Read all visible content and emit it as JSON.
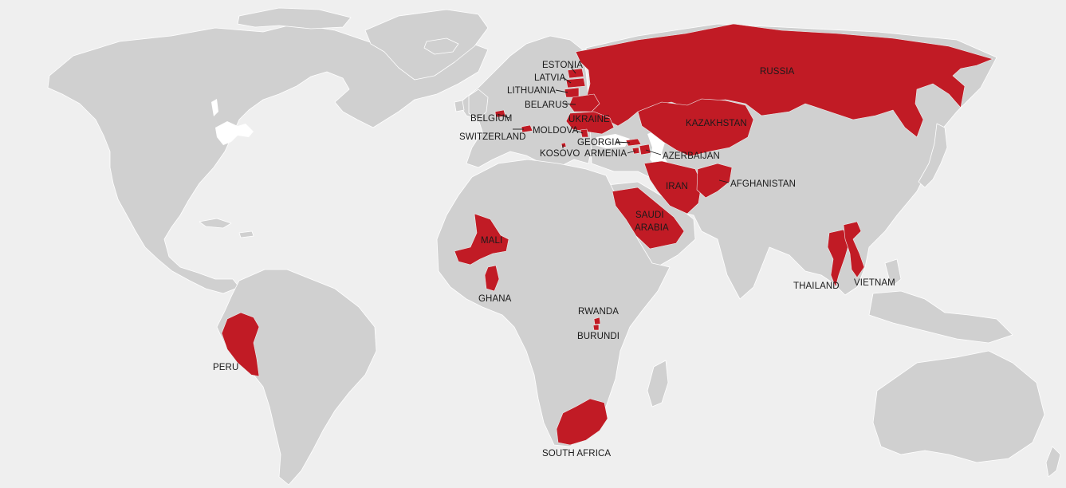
{
  "map": {
    "colors": {
      "ocean": "#efefef",
      "land": "#d0d0d0",
      "highlight": "#c11b25",
      "label": "#1a1a1a"
    },
    "highlighted_countries": [
      "RUSSIA",
      "ESTONIA",
      "LATVIA",
      "LITHUANIA",
      "BELARUS",
      "UKRAINE",
      "BELGIUM",
      "MOLDOVA",
      "SWITZERLAND",
      "GEORGIA",
      "KOSOVO",
      "ARMENIA",
      "AZERBAIJAN",
      "KAZAKHSTAN",
      "IRAN",
      "AFGHANISTAN",
      "SAUDI ARABIA",
      "MALI",
      "GHANA",
      "RWANDA",
      "BURUNDI",
      "SOUTH AFRICA",
      "THAILAND",
      "VIETNAM",
      "PERU"
    ],
    "labels": {
      "russia": "RUSSIA",
      "estonia": "ESTONIA",
      "latvia": "LATVIA",
      "lithuania": "LITHUANIA",
      "belarus": "BELARUS",
      "ukraine": "UKRAINE",
      "belgium": "BELGIUM",
      "moldova": "MOLDOVA",
      "switzerland": "SWITZERLAND",
      "georgia": "GEORGIA",
      "kosovo": "KOSOVO",
      "armenia": "ARMENIA",
      "azerbaijan": "AZERBAIJAN",
      "kazakhstan": "KAZAKHSTAN",
      "iran": "IRAN",
      "afghanistan": "AFGHANISTAN",
      "saudi_line1": "SAUDI",
      "saudi_line2": "ARABIA",
      "mali": "MALI",
      "ghana": "GHANA",
      "rwanda": "RWANDA",
      "burundi": "BURUNDI",
      "south_africa": "SOUTH AFRICA",
      "thailand": "THAILAND",
      "vietnam": "VIETNAM",
      "peru": "PERU"
    }
  }
}
